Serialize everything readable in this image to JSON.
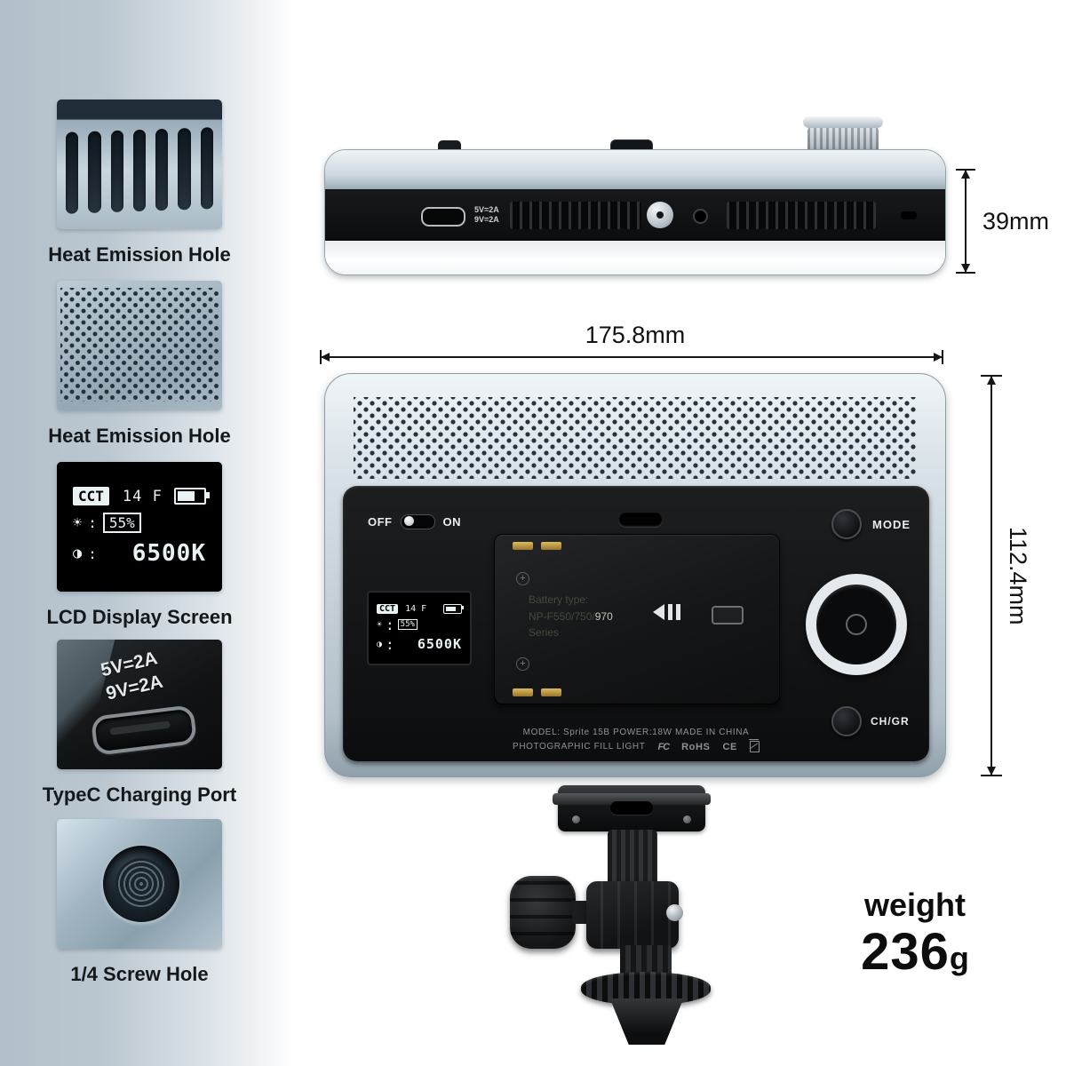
{
  "sidebar": {
    "items": [
      {
        "label": "Heat Emission Hole"
      },
      {
        "label": "Heat Emission Hole"
      },
      {
        "label": "LCD Display Screen"
      },
      {
        "label": "TypeC Charging Port"
      },
      {
        "label": "1/4 Screw Hole"
      }
    ]
  },
  "lcd": {
    "mode": "CCT",
    "top_value": "14 F",
    "brightness": "55%",
    "temperature": "6500K"
  },
  "ports": {
    "line1": "5V=2A",
    "line2": "9V=2A"
  },
  "dimensions": {
    "width": "175.8mm",
    "height": "112.4mm",
    "thickness": "39mm"
  },
  "back": {
    "off": "OFF",
    "on": "ON",
    "mode": "MODE",
    "chgr": "CH/GR",
    "battery": {
      "line1": "Battery type:",
      "line2_dim": "NP-F550/750/",
      "line2_bright": "970",
      "line3": "Series"
    },
    "info1": "MODEL: Sprite 15B   POWER:18W   MADE IN CHINA",
    "info2": "PHOTOGRAPHIC FILL LIGHT",
    "certs": [
      "FC",
      "RoHS",
      "CE"
    ]
  },
  "weight": {
    "label": "weight",
    "value": "236",
    "unit": "g"
  }
}
